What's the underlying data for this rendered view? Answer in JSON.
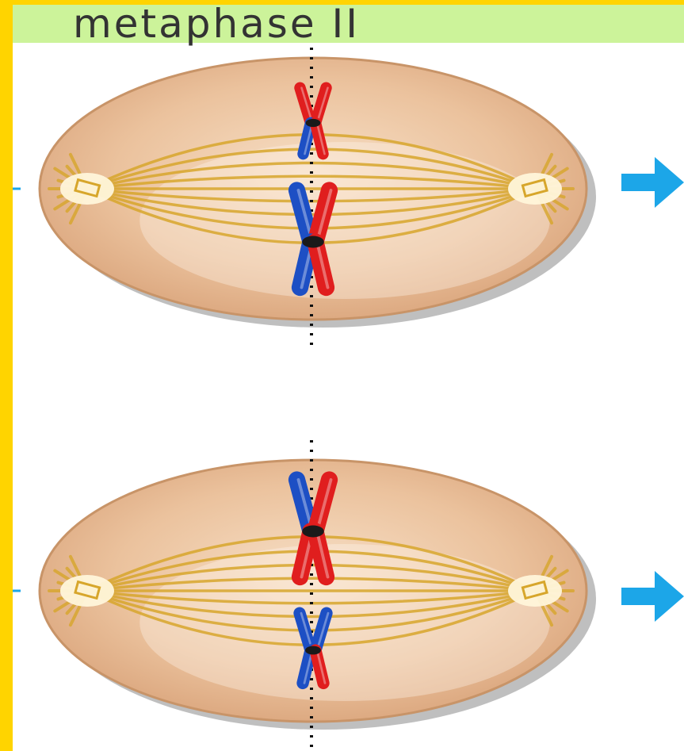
{
  "title": "metaphase II",
  "diagram": {
    "cells": [
      {
        "chromosomes": [
          {
            "top_arms": [
              "red",
              "red"
            ],
            "bottom_arms": [
              "blue",
              "red"
            ]
          },
          {
            "top_arms": [
              "blue",
              "red"
            ],
            "bottom_arms": [
              "blue",
              "red"
            ]
          }
        ]
      },
      {
        "chromosomes": [
          {
            "top_arms": [
              "blue",
              "red"
            ],
            "bottom_arms": [
              "red",
              "red"
            ]
          },
          {
            "top_arms": [
              "blue",
              "blue"
            ],
            "bottom_arms": [
              "blue",
              "red"
            ]
          }
        ]
      }
    ],
    "colors": {
      "frame": "#FFD400",
      "title_bar": "#CCF39A",
      "cell_fill": "#E9B98E",
      "spindle": "#D7A62B",
      "chromosome_red": "#E01E1E",
      "chromosome_blue": "#1D4FC4",
      "centromere": "#1a1a1a",
      "arrow": "#1CA6E8",
      "equator_line": "#111111"
    }
  }
}
